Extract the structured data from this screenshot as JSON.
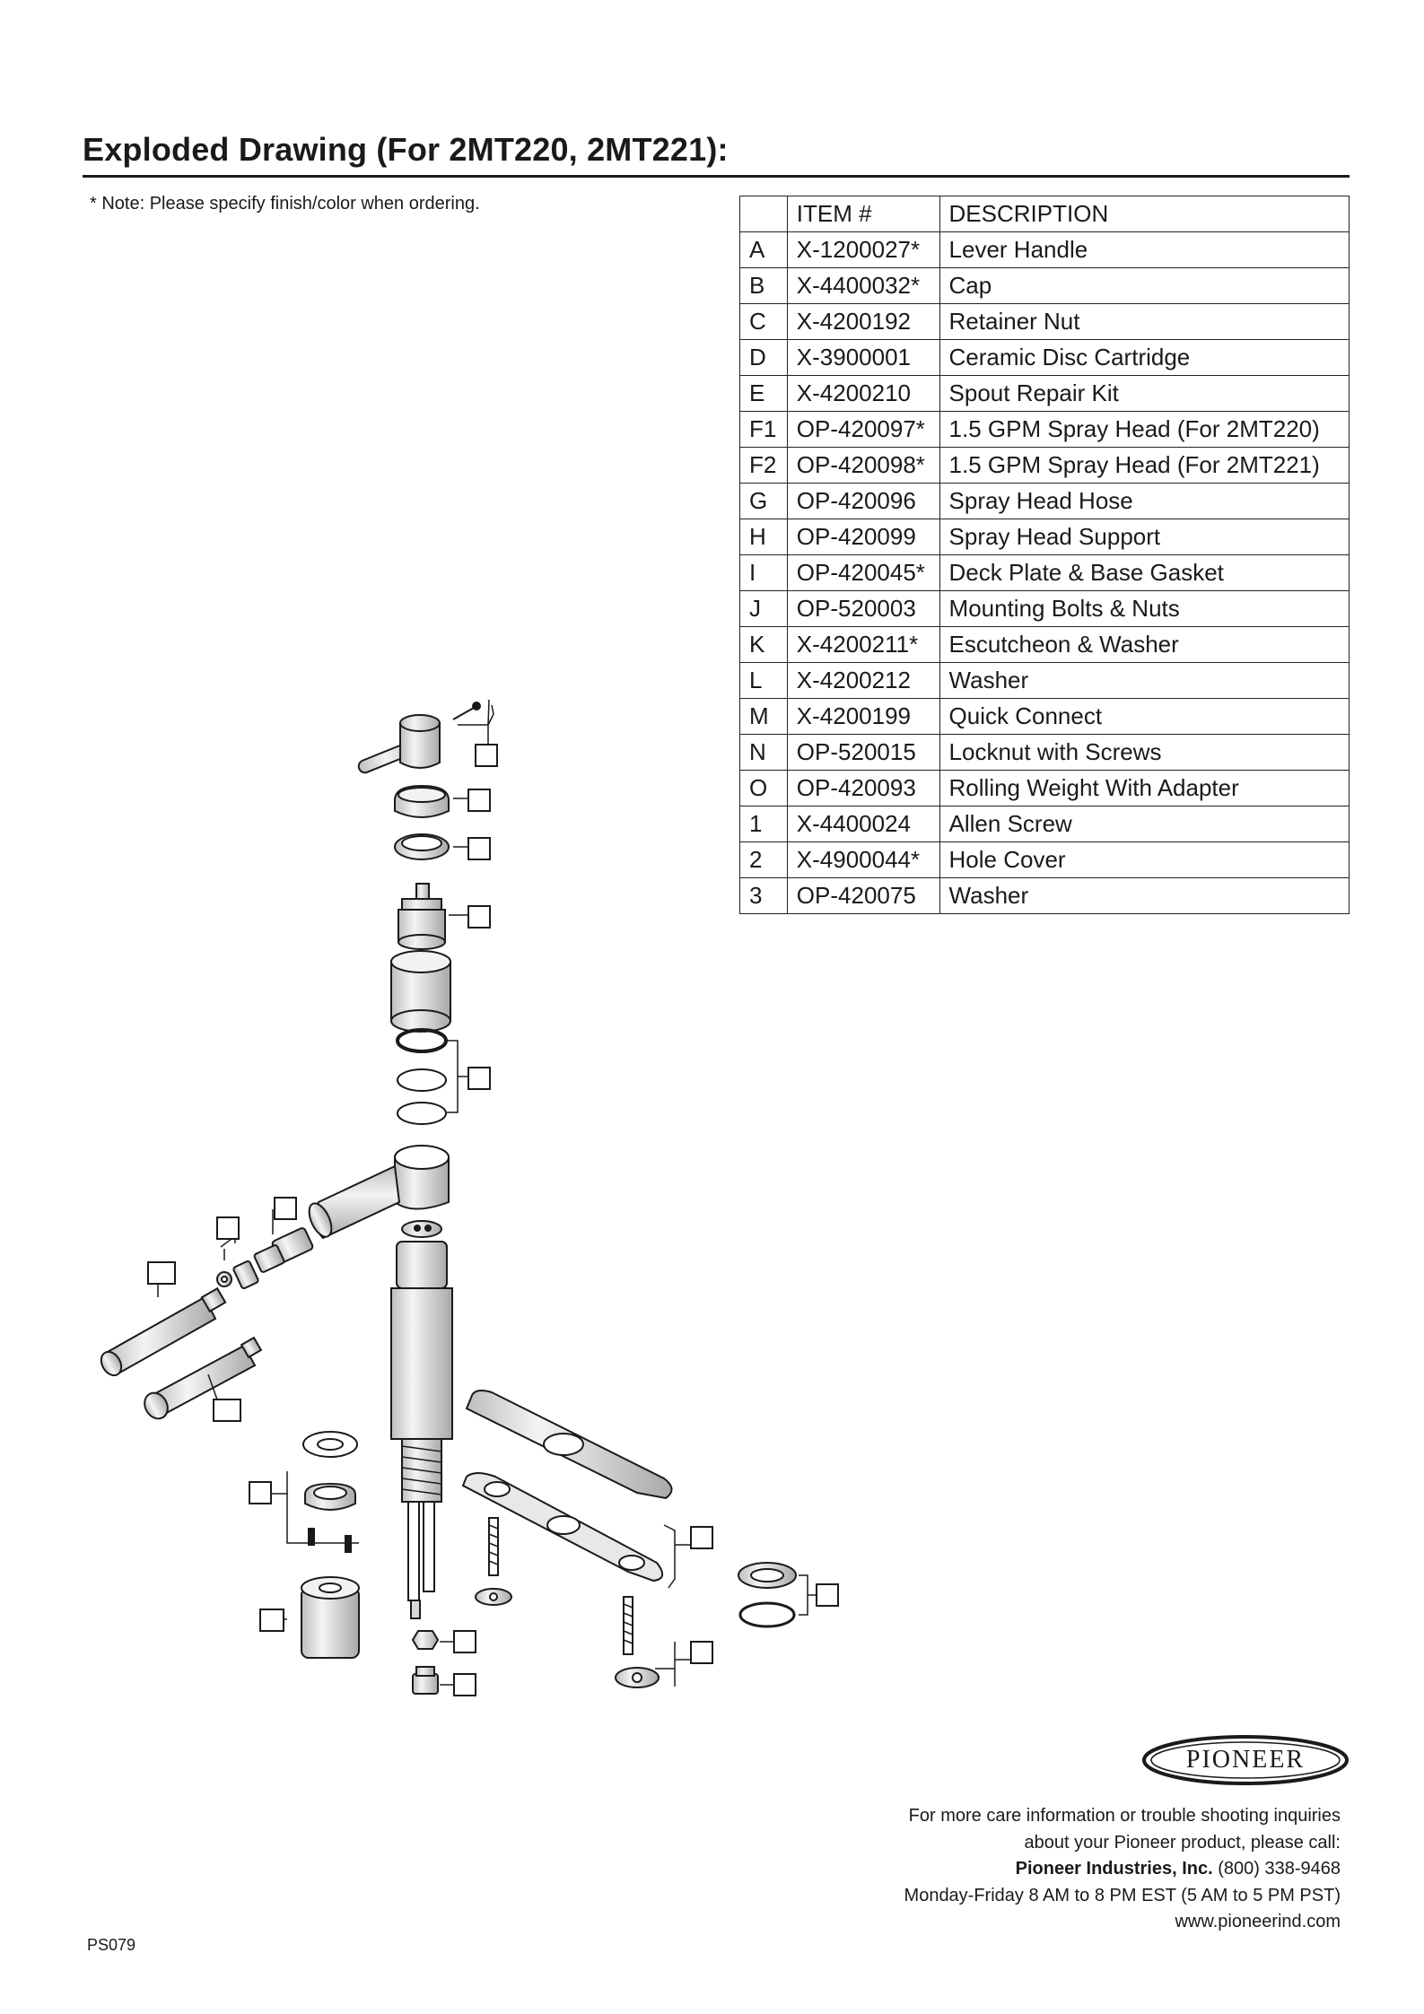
{
  "title": "Exploded Drawing (For 2MT220, 2MT221):",
  "note": "* Note: Please specify finish/color when ordering.",
  "table": {
    "headers": [
      "",
      "ITEM #",
      "DESCRIPTION"
    ],
    "rows": [
      [
        "A",
        "X-1200027*",
        "Lever Handle"
      ],
      [
        "B",
        "X-4400032*",
        "Cap"
      ],
      [
        "C",
        "X-4200192",
        "Retainer Nut"
      ],
      [
        "D",
        "X-3900001",
        "Ceramic Disc Cartridge"
      ],
      [
        "E",
        "X-4200210",
        "Spout Repair Kit"
      ],
      [
        "F1",
        "OP-420097*",
        "1.5 GPM Spray Head (For 2MT220)"
      ],
      [
        "F2",
        "OP-420098*",
        "1.5 GPM Spray Head (For 2MT221)"
      ],
      [
        "G",
        "OP-420096",
        "Spray Head Hose"
      ],
      [
        "H",
        "OP-420099",
        "Spray Head Support"
      ],
      [
        "I",
        "OP-420045*",
        "Deck Plate & Base Gasket"
      ],
      [
        "J",
        "OP-520003",
        "Mounting Bolts & Nuts"
      ],
      [
        "K",
        "X-4200211*",
        "Escutcheon & Washer"
      ],
      [
        "L",
        "X-4200212",
        "Washer"
      ],
      [
        "M",
        "X-4200199",
        "Quick Connect"
      ],
      [
        "N",
        "OP-520015",
        "Locknut with Screws"
      ],
      [
        "O",
        "OP-420093",
        "Rolling Weight With Adapter"
      ],
      [
        "1",
        "X-4400024",
        "Allen Screw"
      ],
      [
        "2",
        "X-4900044*",
        "Hole Cover"
      ],
      [
        "3",
        "OP-420075",
        "Washer"
      ]
    ]
  },
  "logo": "PIONEER",
  "contact": {
    "line1": "For more care information or trouble shooting inquiries",
    "line2": "about your Pioneer product, please call:",
    "company": "Pioneer Industries, Inc.",
    "phone": " (800) 338-9468",
    "hours": "Monday-Friday 8 AM to 8 PM EST (5 AM to 5 PM PST)",
    "website": "www.pioneerind.com"
  },
  "doc_code": "PS079",
  "colors": {
    "ink": "#1a1a1a",
    "part_shade": "#d8d8d8",
    "part_light": "#f2f2f2"
  }
}
